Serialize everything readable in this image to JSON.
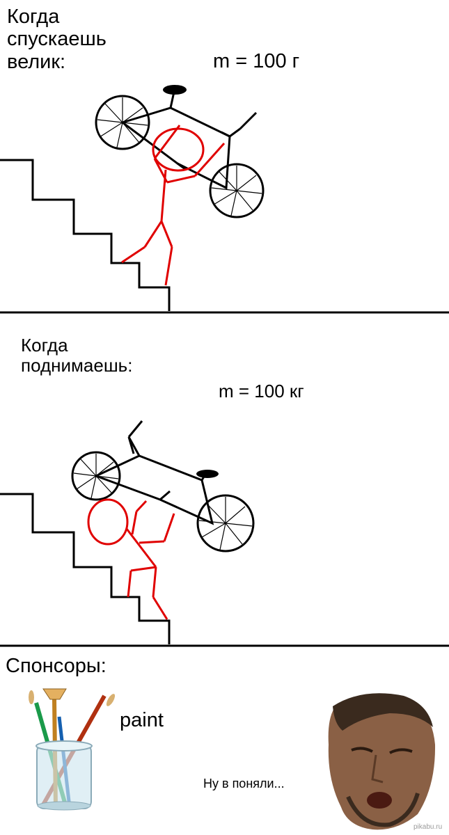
{
  "panel1": {
    "caption": "Когда\nспускаешь\nвелик:",
    "mass": "m = 100 г"
  },
  "panel2": {
    "caption": "Когда\nподнимаешь:",
    "mass": "m =  100 кг"
  },
  "sponsors": {
    "title": "Спонсоры:",
    "app_name": "paint",
    "remark": "Ну в поняли..."
  },
  "watermark": "pikabu.ru",
  "colors": {
    "figure": "#e00000",
    "ink": "#000000",
    "background": "#ffffff"
  },
  "icons": [
    "paint-brushes-jar-icon",
    "crying-face-image"
  ]
}
